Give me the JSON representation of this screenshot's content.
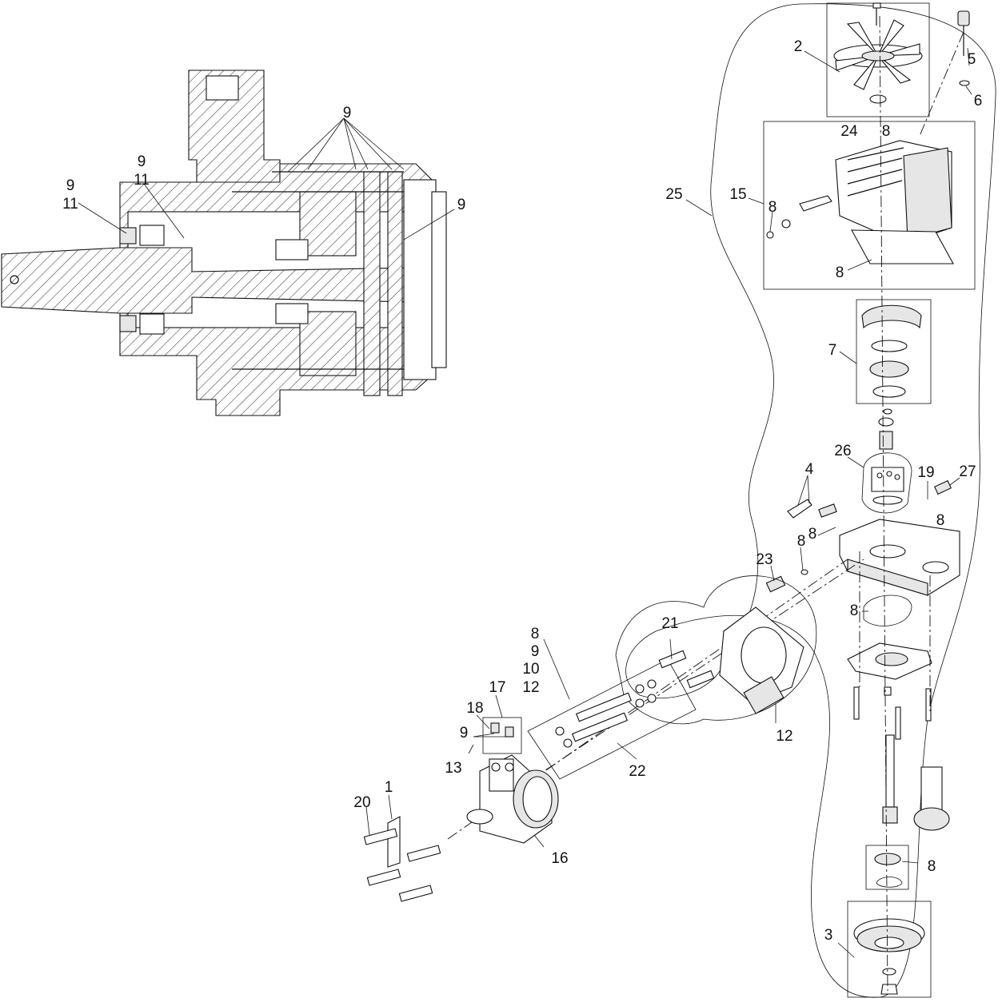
{
  "diagram": {
    "callouts_section_view": [
      "9",
      "9",
      "11",
      "9",
      "11",
      "9"
    ],
    "callouts_exploded_view": [
      "2",
      "24",
      "8",
      "5",
      "6",
      "25",
      "15",
      "8",
      "8",
      "7",
      "26",
      "4",
      "19",
      "27",
      "8",
      "8",
      "8",
      "23",
      "8",
      "21",
      "8",
      "9",
      "10",
      "12",
      "17",
      "18",
      "9",
      "13",
      "12",
      "22",
      "20",
      "1",
      "16",
      "8",
      "3"
    ]
  }
}
